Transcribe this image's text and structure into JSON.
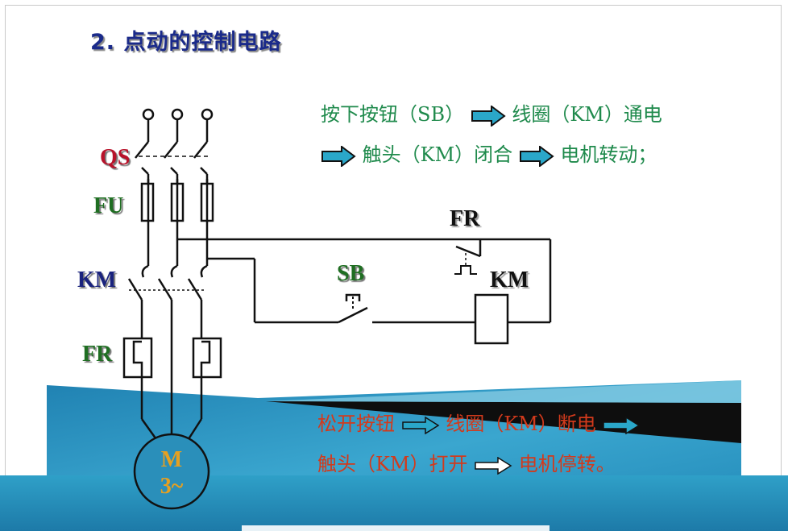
{
  "title": "2. 点动的控制电路",
  "press": {
    "line1_a": "按下按钮（SB）",
    "line1_b": "线圈（KM）通电",
    "line2_a": "触头（KM）闭合",
    "line2_b": "电机转动；"
  },
  "release": {
    "line1_a": "松开按钮",
    "line1_b": "线圈（KM）断电",
    "line2_a": "触头（KM）打开",
    "line2_b": "电机停转。"
  },
  "labels": {
    "qs": "QS",
    "fu": "FU",
    "km_main": "KM",
    "fr_main": "FR",
    "sb": "SB",
    "fr_ctrl": "FR",
    "km_coil": "KM",
    "motor_m": "M",
    "motor_phase": "3~"
  },
  "colors": {
    "title": "#1a2a8a",
    "press_text": "#1f8a4c",
    "release_text": "#d23a1c",
    "arrow_fill": "#2aa7c9",
    "wave": "#2a97c0"
  }
}
